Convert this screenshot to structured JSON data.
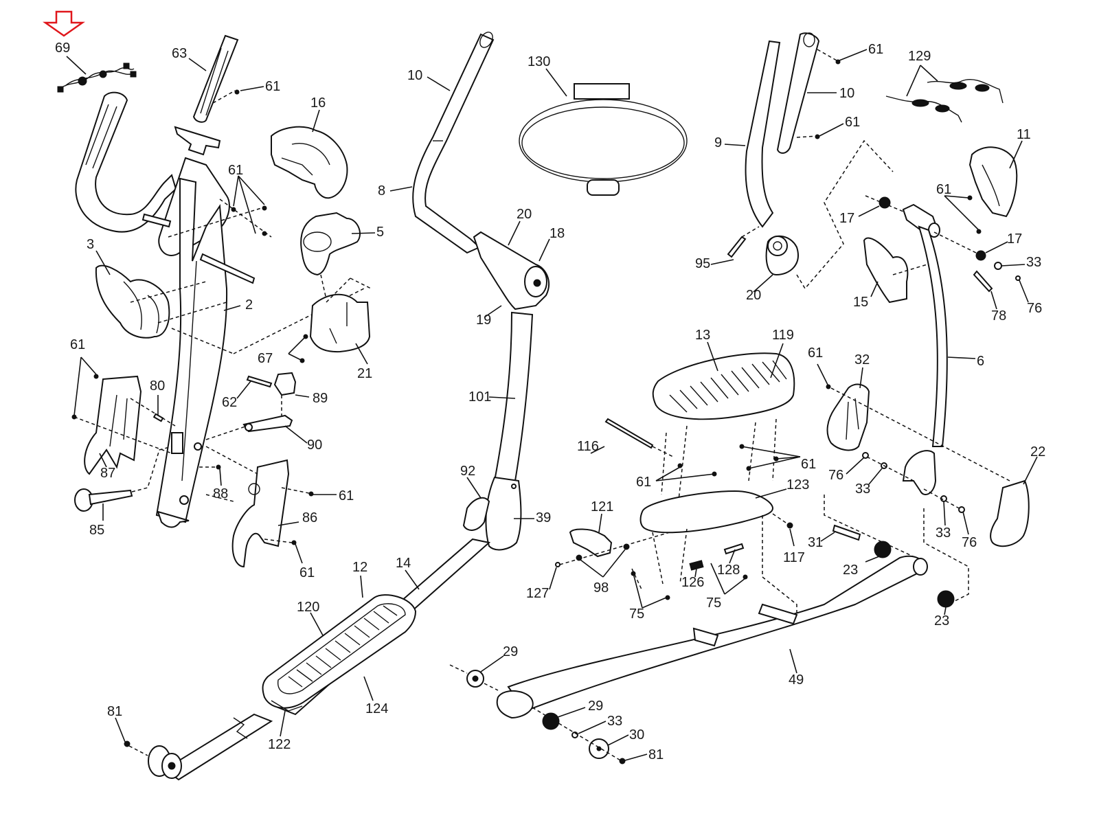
{
  "diagram": {
    "type": "exploded-parts-diagram",
    "subject": "elliptical trainer frame and linkage",
    "highlight": {
      "marker": "red-down-arrow",
      "color": "#e0161b",
      "target_part": "69"
    },
    "labels": {
      "p69": "69",
      "p63": "63",
      "p61a": "61",
      "p16": "16",
      "p61b": "61",
      "p3": "3",
      "p5": "5",
      "p2": "2",
      "p61c": "61",
      "p80": "80",
      "p67": "67",
      "p21": "21",
      "p62": "62",
      "p89": "89",
      "p90": "90",
      "p87": "87",
      "p88": "88",
      "p61d": "61",
      "p86": "86",
      "p85": "85",
      "p61e": "61",
      "p10a": "10",
      "p8": "8",
      "p130": "130",
      "p20a": "20",
      "p18": "18",
      "p19": "19",
      "p101": "101",
      "p92": "92",
      "p39": "39",
      "p12": "12",
      "p14": "14",
      "p120": "120",
      "p124": "124",
      "p122": "122",
      "p81a": "81",
      "p9": "9",
      "p10b": "10",
      "p61f": "61",
      "p61g": "61",
      "p129": "129",
      "p11": "11",
      "p95": "95",
      "p20b": "20",
      "p17a": "17",
      "p61h": "61",
      "p17b": "17",
      "p33a": "33",
      "p15": "15",
      "p78": "78",
      "p76a": "76",
      "p13": "13",
      "p119": "119",
      "p61i": "61",
      "p32": "32",
      "p6": "6",
      "p116": "116",
      "p61j": "61",
      "p61k": "61",
      "p123": "123",
      "p22": "22",
      "p76b": "76",
      "p33b": "33",
      "p121": "121",
      "p117": "117",
      "p31": "31",
      "p33c": "33",
      "p76c": "76",
      "p127": "127",
      "p98": "98",
      "p126": "126",
      "p128": "128",
      "p75a": "75",
      "p75b": "75",
      "p23a": "23",
      "p23b": "23",
      "p29a": "29",
      "p49": "49",
      "p29b": "29",
      "p33d": "33",
      "p30": "30",
      "p81b": "81"
    }
  }
}
